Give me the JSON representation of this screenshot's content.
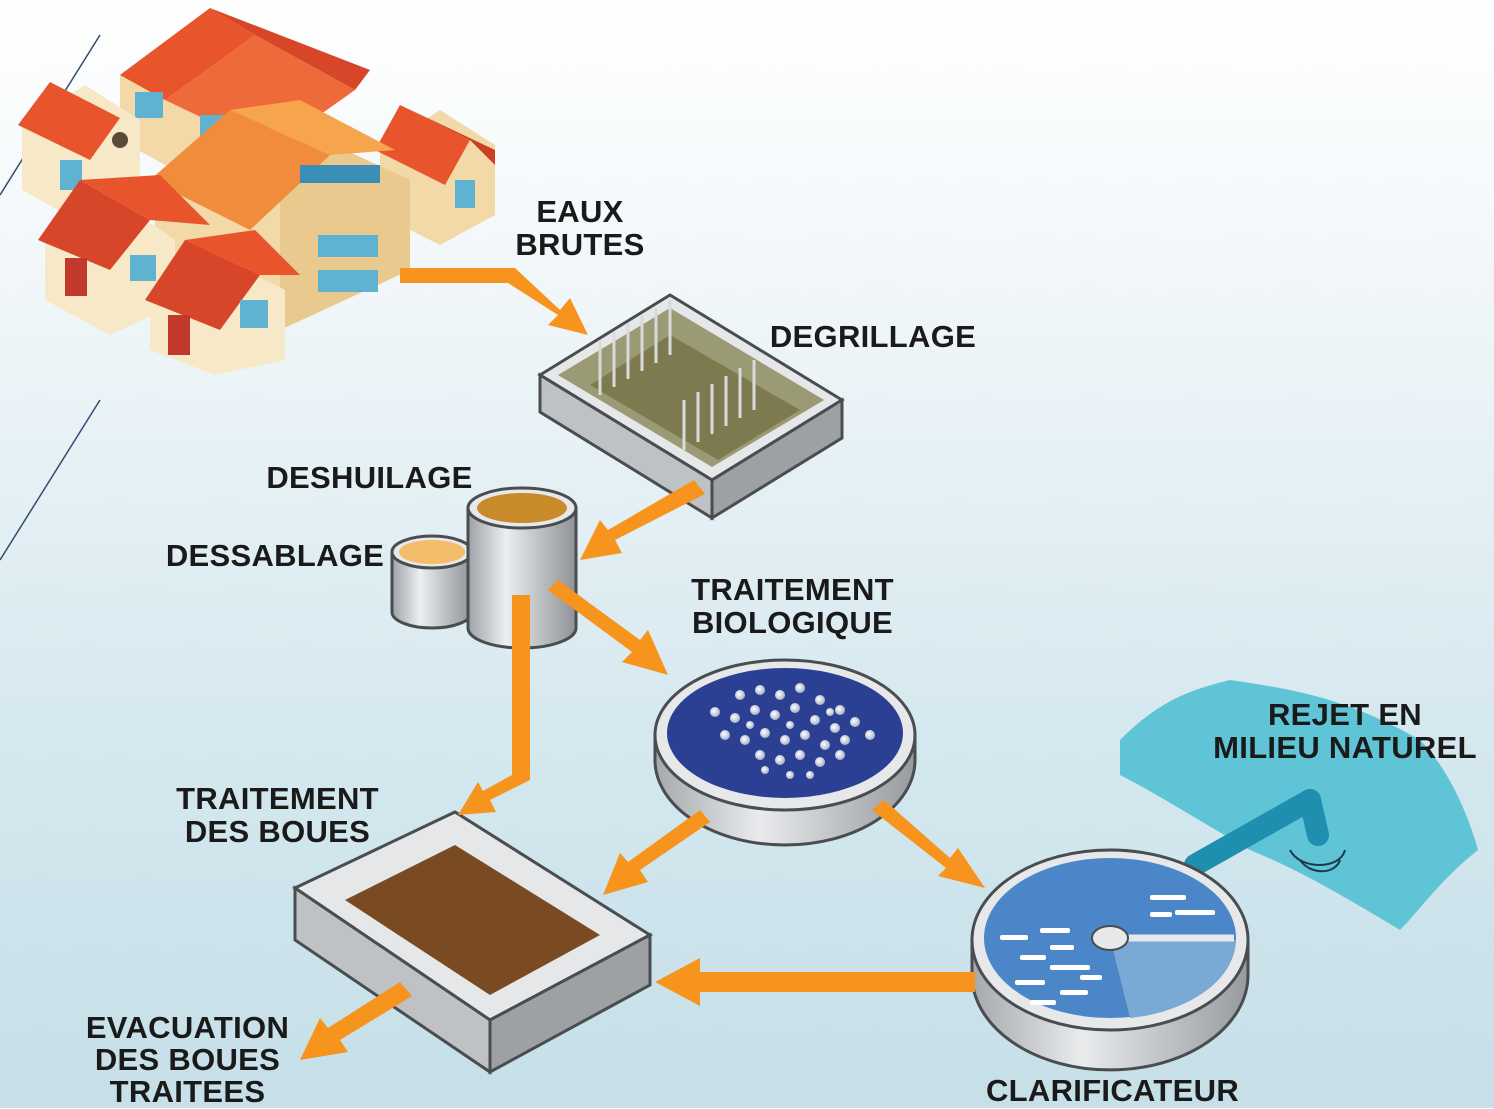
{
  "labels": {
    "eaux_brutes": [
      "EAUX",
      "BRUTES"
    ],
    "degrillage": [
      "DEGRILLAGE"
    ],
    "deshuilage": [
      "DESHUILAGE"
    ],
    "dessablage": [
      "DESSABLAGE"
    ],
    "traitement_biologique": [
      "TRAITEMENT",
      "BIOLOGIQUE"
    ],
    "traitement_des_boues": [
      "TRAITEMENT",
      "DES BOUES"
    ],
    "rejet": [
      "REJET EN",
      "MILIEU NATUREL"
    ],
    "evacuation": [
      "EVACUATION",
      "DES BOUES",
      "TRAITEES"
    ],
    "clarificateur": [
      "CLARIFICATEUR"
    ]
  },
  "colors": {
    "arrow": "#f7941d",
    "roof": "#e8552c",
    "wall": "#f3d9a8",
    "tank_wall": "#d4d6d8",
    "biological_water": "#2b3f93",
    "clarifier_water": "#4a86c8",
    "river": "#5ec4d6",
    "sludge": "#7a4a22",
    "screen_water": "#7c7a4e"
  },
  "icons": [
    "houses-icon",
    "screening-tank-icon",
    "oil-removal-cylinder-icon",
    "sand-removal-cylinder-icon",
    "biological-basin-icon",
    "sludge-tank-icon",
    "clarifier-icon",
    "river-icon"
  ]
}
